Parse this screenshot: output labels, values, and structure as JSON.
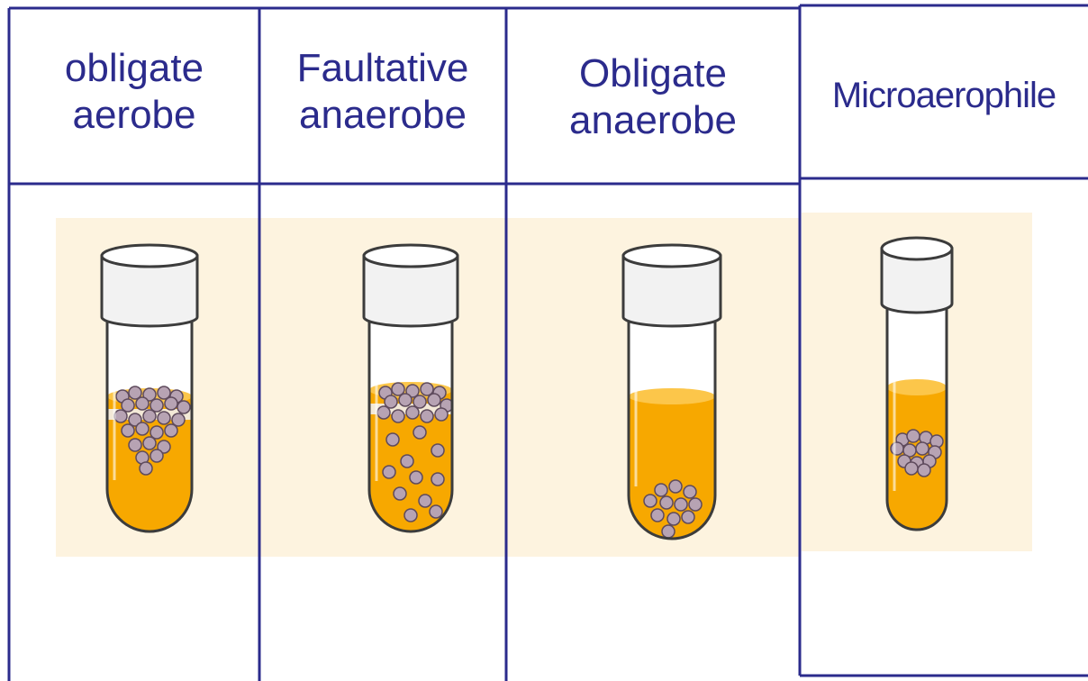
{
  "colors": {
    "grid_line": "#2b2b8c",
    "label_text": "#2b2b8c",
    "panel_background": "#fdf3df",
    "medium": "#f7a800",
    "medium_surface": "#fcc64a",
    "colony": "#b7a3b3",
    "colony_outline": "#5e4a5c",
    "oxygen_band": "#f2f0ee",
    "cap": "#f2f2f2",
    "tube_outline": "#3c3c3c"
  },
  "columns": [
    {
      "id": "obligate-aerobe",
      "line1": "obligate",
      "line2": "aerobe",
      "growth_pattern": "dense growth at top surface"
    },
    {
      "id": "facultative-anaerobe",
      "line1": "Faultative",
      "line2": "anaerobe",
      "growth_pattern": "dense at top, scattered throughout"
    },
    {
      "id": "obligate-anaerobe",
      "line1": "Obligate",
      "line2": "anaerobe",
      "growth_pattern": "growth at bottom only"
    },
    {
      "id": "microaerophile",
      "line1": "Microaerophile",
      "line2": "",
      "growth_pattern": "growth band just below surface"
    }
  ]
}
